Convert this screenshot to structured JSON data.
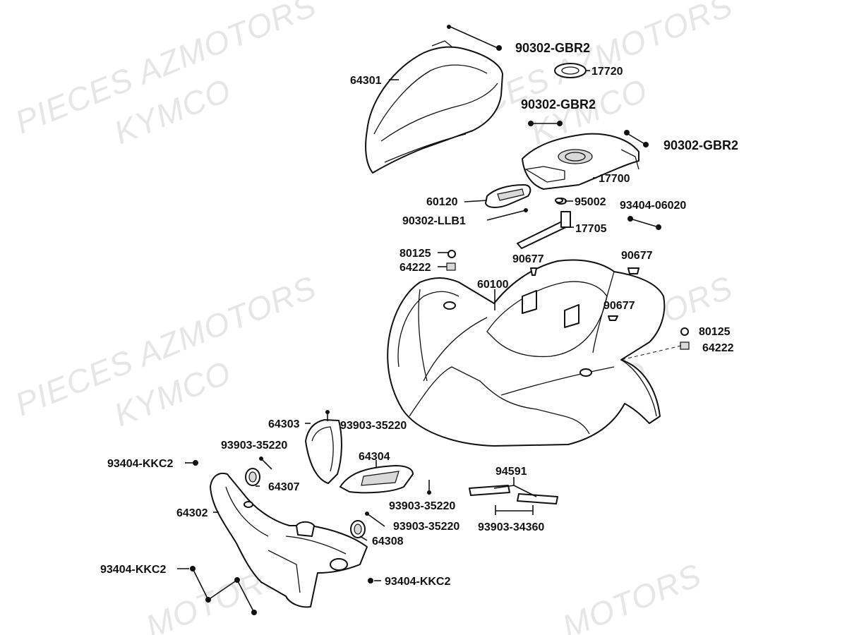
{
  "watermark": {
    "line1": "PIECES AZMOTORS",
    "line2": "KYMCO",
    "fragment": "MOTORS",
    "color": "#e6e6e6"
  },
  "labels": {
    "l90302_gbr2_top": "90302-GBR2",
    "l17720": "17720",
    "l64301": "64301",
    "l90302_gbr2_mid": "90302-GBR2",
    "l90302_gbr2_right": "90302-GBR2",
    "l17700": "17700",
    "l60120": "60120",
    "l95002": "95002",
    "l93404_06020": "93404-06020",
    "l90302_llb1": "90302-LLB1",
    "l17705": "17705",
    "l80125_left": "80125",
    "l64222_left": "64222",
    "l90677_left": "90677",
    "l90677_right": "90677",
    "l60100": "60100",
    "l90677_mid": "90677",
    "l80125_right": "80125",
    "l64222_right": "64222",
    "l64303": "64303",
    "l93903_35220_a": "93903-35220",
    "l93903_35220_b": "93903-35220",
    "l93404_kkc2_a": "93404-KKC2",
    "l64307": "64307",
    "l64304": "64304",
    "l94591": "94591",
    "l64302": "64302",
    "l93903_35220_c": "93903-35220",
    "l93903_35220_d": "93903-35220",
    "l93903_34360": "93903-34360",
    "l64308": "64308",
    "l93404_kkc2_b": "93404-KKC2",
    "l93404_kkc2_c": "93404-KKC2"
  }
}
